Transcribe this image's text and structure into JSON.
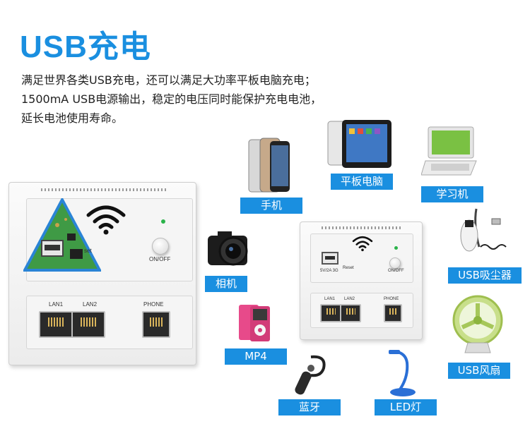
{
  "title": "USB充电",
  "description": [
    "满足世界各类USB充电，还可以满足大功率平板电脑充电；",
    "1500mA USB电源输出，稳定的电压同时能保护充电电池，",
    "延长电池使用寿命。"
  ],
  "large_panel": {
    "lan1": "LAN1",
    "lan2": "LAN2",
    "phone": "PHONE",
    "onoff": "ON/OFF",
    "reset": "set"
  },
  "small_panel": {
    "usb_label": "5V/2A 3G",
    "reset": "Reset",
    "onoff": "ON/OFF",
    "lan1": "LAN1",
    "lan2": "LAN2",
    "phone": "PHONE"
  },
  "devices": {
    "phone": "手机",
    "tablet": "平板电脑",
    "learning_machine": "学习机",
    "camera": "相机",
    "vacuum": "USB吸尘器",
    "mp4": "MP4",
    "fan": "USB风扇",
    "bluetooth": "蓝牙",
    "led": "LED灯"
  },
  "colors": {
    "accent": "#1a8fe0"
  }
}
